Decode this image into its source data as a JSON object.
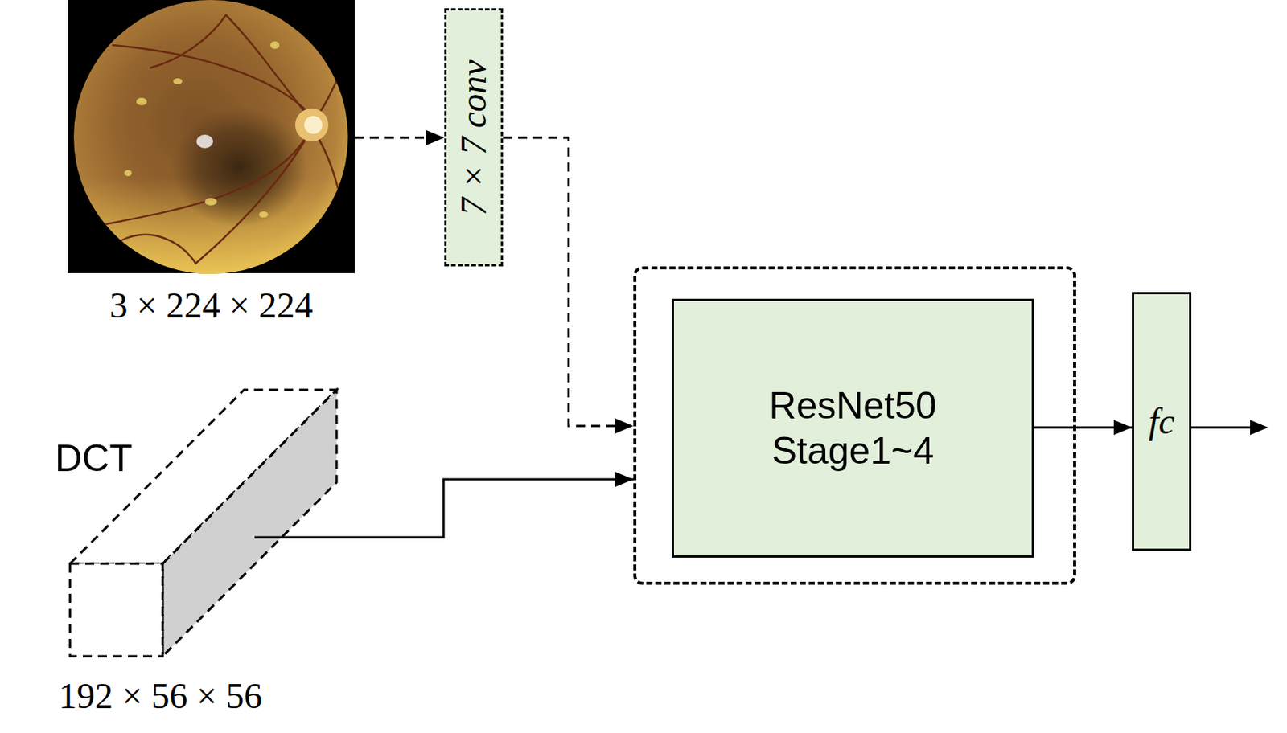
{
  "diagram": {
    "nodes": [
      {
        "text": [
          "3 × 224 × 224"
        ]
      },
      {
        "text": [
          "7 × 7 conv"
        ]
      },
      {
        "text": [
          "DCT",
          "192 × 56 × 56"
        ]
      },
      {
        "text": [
          "ResNet50 Stage1~4"
        ]
      },
      {
        "text": [
          "fc"
        ]
      }
    ],
    "edges": [
      {
        "from": 0,
        "to": 1,
        "arrow": "to"
      },
      {
        "from": 1,
        "to": 3,
        "arrow": "to"
      },
      {
        "from": 2,
        "to": 3,
        "arrow": "to"
      },
      {
        "from": 3,
        "to": 4,
        "arrow": "to"
      }
    ]
  }
}
